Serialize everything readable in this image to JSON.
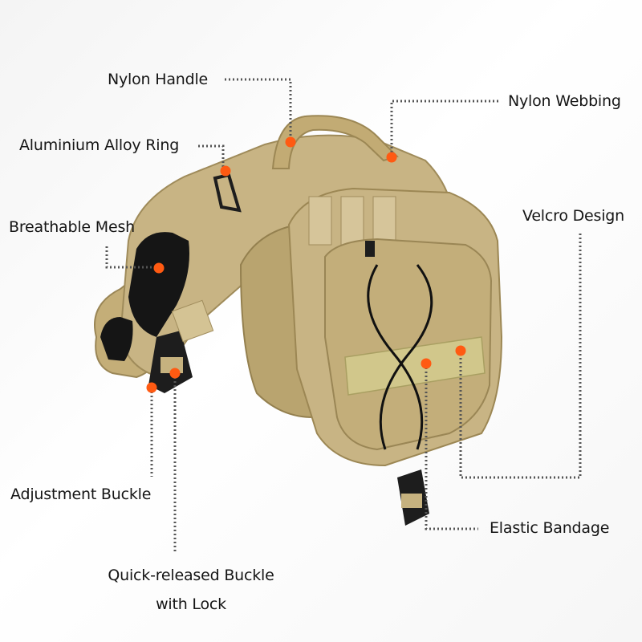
{
  "colors": {
    "callout_dot": "#ff5a12",
    "callout_line": "#555555",
    "fabric": "#c8b484",
    "fabric_dark": "#a8935f",
    "velcro": "#d4cc8e",
    "hardware": "#1d1d1d",
    "mesh": "#141414"
  },
  "product": {
    "name": "dog-saddlebag-backpack"
  },
  "callouts": [
    {
      "id": "nylon-handle",
      "label": "Nylon Handle"
    },
    {
      "id": "nylon-webbing",
      "label": "Nylon Webbing"
    },
    {
      "id": "aluminium-alloy-ring",
      "label": "Aluminium Alloy Ring"
    },
    {
      "id": "velcro-design",
      "label": "Velcro Design"
    },
    {
      "id": "breathable-mesh",
      "label": "Breathable Mesh"
    },
    {
      "id": "adjustment-buckle",
      "label": "Adjustment Buckle"
    },
    {
      "id": "elastic-bandage",
      "label": "Elastic Bandage"
    },
    {
      "id": "quick-released-buckle",
      "label_line1": "Quick-released Buckle",
      "label_line2": "with Lock"
    }
  ]
}
